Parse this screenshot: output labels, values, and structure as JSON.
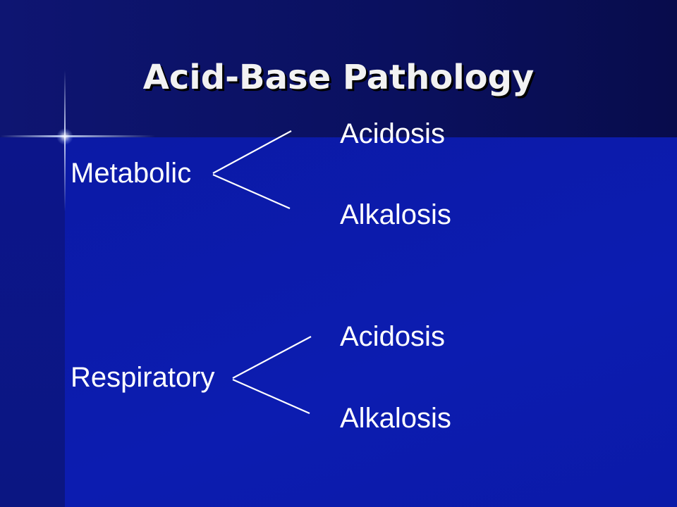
{
  "slide": {
    "title": "Acid-Base Pathology",
    "groups": [
      {
        "category": "Metabolic",
        "branches": [
          "Acidosis",
          "Alkalosis"
        ]
      },
      {
        "category": "Respiratory",
        "branches": [
          "Acidosis",
          "Alkalosis"
        ]
      }
    ]
  },
  "colors": {
    "background": "#0d1aa0",
    "text": "#ffffff",
    "title_shadow": "#000000"
  }
}
